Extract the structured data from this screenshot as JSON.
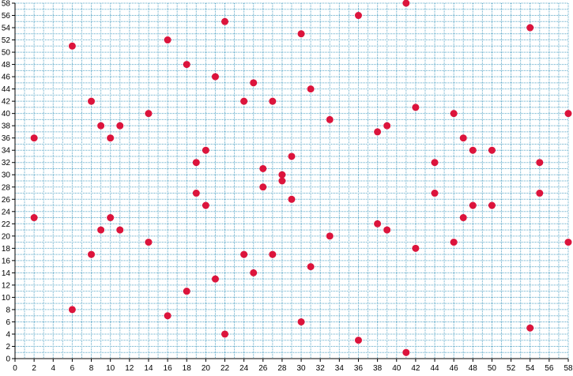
{
  "chart_data": {
    "type": "scatter",
    "title": "",
    "xlabel": "",
    "ylabel": "",
    "xlim": [
      0,
      58
    ],
    "ylim": [
      0,
      58
    ],
    "x_ticks": [
      0,
      2,
      4,
      6,
      8,
      10,
      12,
      14,
      16,
      18,
      20,
      22,
      24,
      26,
      28,
      30,
      32,
      34,
      36,
      38,
      40,
      42,
      44,
      46,
      48,
      50,
      52,
      54,
      56,
      58
    ],
    "y_ticks": [
      0,
      2,
      4,
      6,
      8,
      10,
      12,
      14,
      16,
      18,
      20,
      22,
      24,
      26,
      28,
      30,
      32,
      34,
      36,
      38,
      40,
      42,
      44,
      46,
      48,
      50,
      52,
      54,
      56,
      58
    ],
    "grid": true,
    "grid_minor_step": 1,
    "grid_color": "#5aa7c7",
    "marker_color": "#dc143c",
    "series": [
      {
        "points": [
          [
            41,
            58
          ],
          [
            36,
            56
          ],
          [
            22,
            55
          ],
          [
            54,
            54
          ],
          [
            30,
            53
          ],
          [
            16,
            52
          ],
          [
            6,
            51
          ],
          [
            18,
            48
          ],
          [
            21,
            46
          ],
          [
            25,
            45
          ],
          [
            31,
            44
          ],
          [
            8,
            42
          ],
          [
            24,
            42
          ],
          [
            27,
            42
          ],
          [
            42,
            41
          ],
          [
            14,
            40
          ],
          [
            46,
            40
          ],
          [
            58,
            40
          ],
          [
            33,
            39
          ],
          [
            9,
            38
          ],
          [
            11,
            38
          ],
          [
            39,
            38
          ],
          [
            38,
            37
          ],
          [
            2,
            36
          ],
          [
            10,
            36
          ],
          [
            47,
            36
          ],
          [
            20,
            34
          ],
          [
            48,
            34
          ],
          [
            50,
            34
          ],
          [
            29,
            33
          ],
          [
            19,
            32
          ],
          [
            44,
            32
          ],
          [
            55,
            32
          ],
          [
            26,
            31
          ],
          [
            28,
            30
          ],
          [
            28,
            29
          ],
          [
            26,
            28
          ],
          [
            19,
            27
          ],
          [
            44,
            27
          ],
          [
            55,
            27
          ],
          [
            29,
            26
          ],
          [
            20,
            25
          ],
          [
            48,
            25
          ],
          [
            50,
            25
          ],
          [
            2,
            23
          ],
          [
            10,
            23
          ],
          [
            47,
            23
          ],
          [
            38,
            22
          ],
          [
            9,
            21
          ],
          [
            11,
            21
          ],
          [
            39,
            21
          ],
          [
            33,
            20
          ],
          [
            14,
            19
          ],
          [
            46,
            19
          ],
          [
            58,
            19
          ],
          [
            42,
            18
          ],
          [
            8,
            17
          ],
          [
            24,
            17
          ],
          [
            27,
            17
          ],
          [
            31,
            15
          ],
          [
            25,
            14
          ],
          [
            21,
            13
          ],
          [
            18,
            11
          ],
          [
            6,
            8
          ],
          [
            16,
            7
          ],
          [
            30,
            6
          ],
          [
            54,
            5
          ],
          [
            22,
            4
          ],
          [
            36,
            3
          ],
          [
            41,
            1
          ]
        ]
      }
    ]
  }
}
